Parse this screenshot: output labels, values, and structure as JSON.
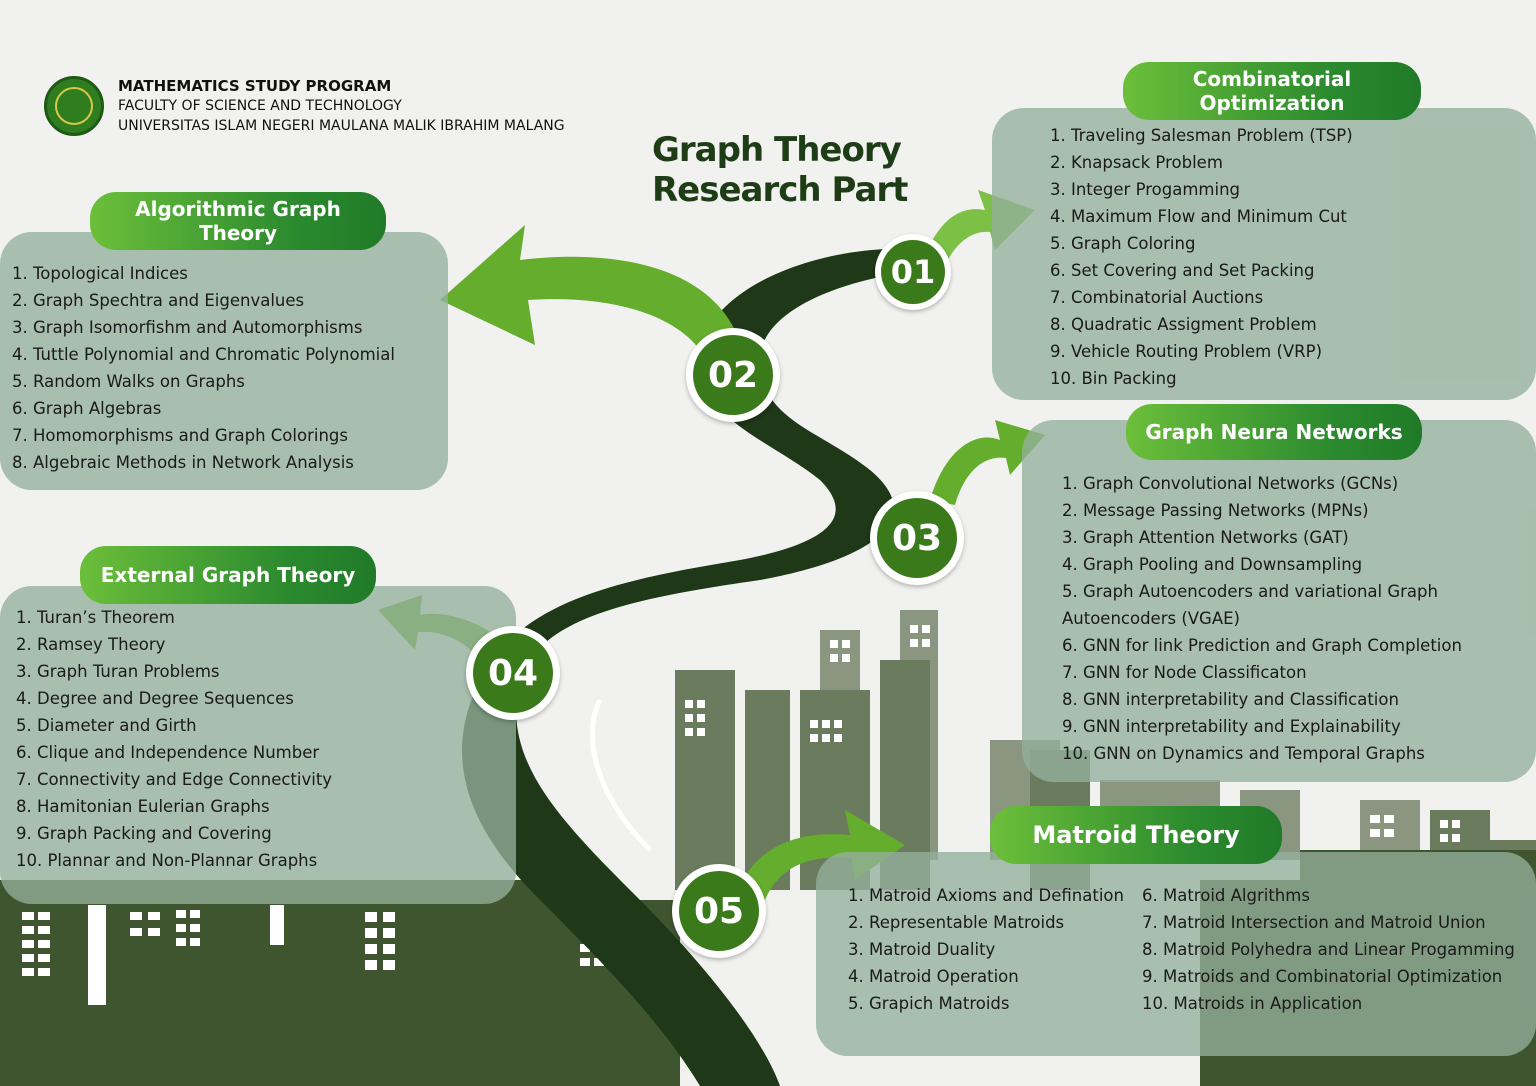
{
  "header": {
    "program": "MATHEMATICS STUDY PROGRAM",
    "faculty": "FACULTY OF SCIENCE AND TECHNOLOGY",
    "university": "UNIVERSITAS ISLAM NEGERI MAULANA MALIK IBRAHIM MALANG",
    "seal_icon": "university-seal-icon"
  },
  "title": {
    "line1": "Graph Theory",
    "line2": "Research Part"
  },
  "colors": {
    "dark_green": "#1e3d16",
    "accent_green": "#3a7a1a",
    "light_green": "#6cbf3a",
    "panel": "#93b09b",
    "road": "#1f3818"
  },
  "steps": [
    "01",
    "02",
    "03",
    "04",
    "05"
  ],
  "sections": {
    "combinatorial": {
      "title": "Combinatorial Optimization",
      "items": [
        "1. Traveling Salesman Problem (TSP)",
        "2. Knapsack Problem",
        "3. Integer Progamming",
        "4. Maximum Flow and Minimum Cut",
        "5. Graph Coloring",
        "6. Set Covering and Set Packing",
        "7. Combinatorial Auctions",
        "8. Quadratic Assigment Problem",
        "9. Vehicle Routing Problem (VRP)",
        "10. Bin Packing"
      ]
    },
    "algorithmic": {
      "title": "Algorithmic Graph Theory",
      "items": [
        "1. Topological Indices",
        "2. Graph Spechtra and Eigenvalues",
        "3. Graph Isomorfishm and Automorphisms",
        "4. Tuttle Polynomial and Chromatic Polynomial",
        "5. Random Walks on Graphs",
        "6. Graph Algebras",
        "7. Homomorphisms and Graph Colorings",
        "8. Algebraic Methods in Network Analysis"
      ]
    },
    "gnn": {
      "title": "Graph Neura Networks",
      "items": [
        "1. Graph Convolutional Networks (GCNs)",
        "2. Message Passing Networks (MPNs)",
        "3. Graph Attention Networks (GAT)",
        "4. Graph Pooling and Downsampling",
        "5. Graph Autoencoders and variational Graph",
        "Autoencoders (VGAE)",
        "6. GNN for link Prediction and Graph Completion",
        "7. GNN for Node Classificaton",
        "8. GNN interpretability and Classification",
        "9. GNN interpretability and Explainability",
        "10. GNN on Dynamics and Temporal Graphs"
      ]
    },
    "external": {
      "title": "External Graph Theory",
      "items": [
        "1. Turan’s Theorem",
        "2. Ramsey Theory",
        "3. Graph Turan Problems",
        "4. Degree and Degree Sequences",
        "5. Diameter and Girth",
        "6. Clique and Independence Number",
        "7. Connectivity and Edge Connectivity",
        "8. Hamitonian Eulerian Graphs",
        "9. Graph Packing and Covering",
        "10. Plannar and Non-Plannar Graphs"
      ]
    },
    "matroid": {
      "title": "Matroid Theory",
      "items_left": [
        "1. Matroid Axioms and Defination",
        "2. Representable Matroids",
        "3. Matroid Duality",
        "4. Matroid Operation",
        "5. Grapich Matroids"
      ],
      "items_right": [
        "6. Matroid Algrithms",
        "7. Matroid Intersection and Matroid Union",
        "8. Matroid Polyhedra and Linear Progamming",
        "9. Matroids and Combinatorial Optimization",
        "10. Matroids in Application"
      ]
    }
  }
}
